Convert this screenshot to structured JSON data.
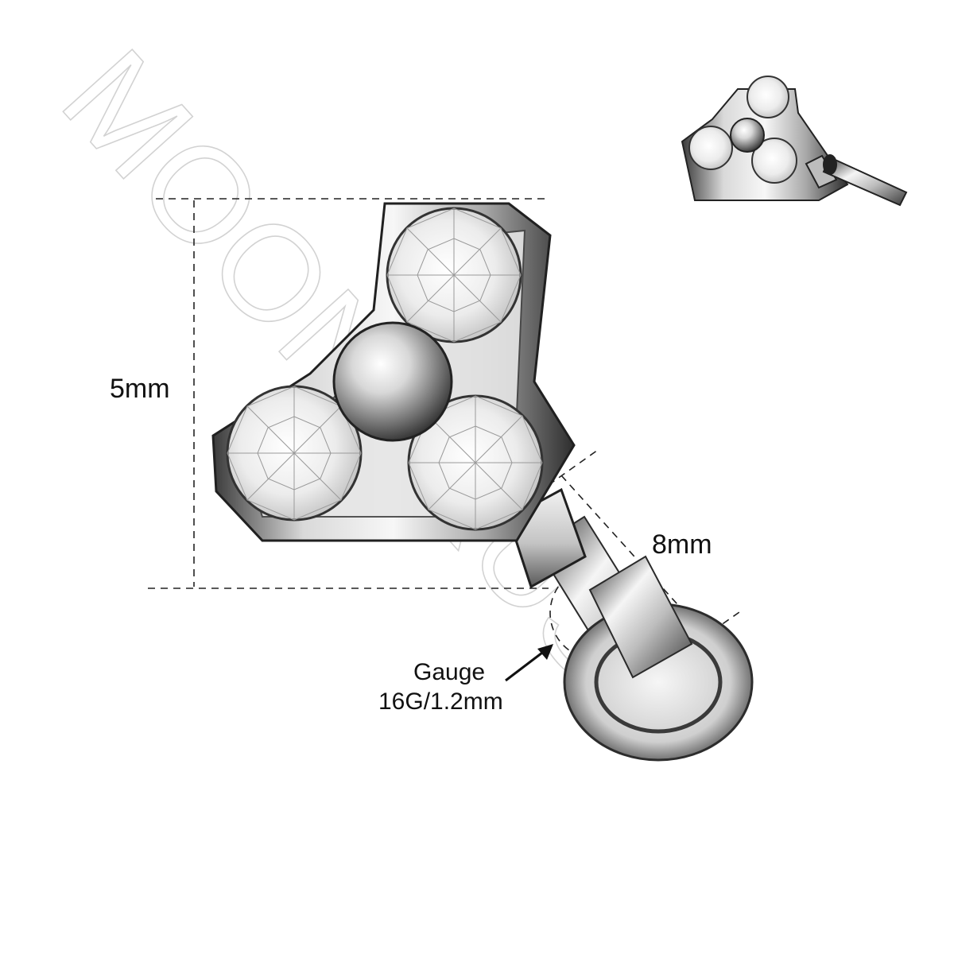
{
  "watermark": {
    "text": "MOONBRUSH"
  },
  "dimensions": {
    "height_label": "5mm",
    "length_label": "8mm",
    "gauge_title": "Gauge",
    "gauge_value": "16G/1.2mm"
  },
  "colors": {
    "metal_light": "#f4f4f4",
    "metal_mid": "#b8b8b8",
    "metal_dark": "#3a3a3a",
    "dash_line": "#222222",
    "watermark": "#d2d2d2"
  }
}
